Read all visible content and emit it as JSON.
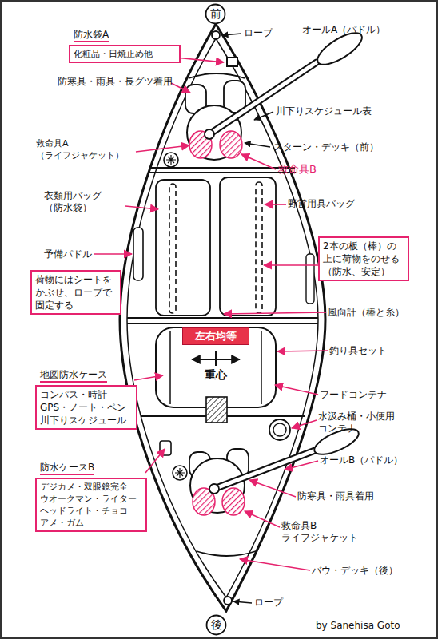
{
  "diagram": {
    "nodes": [
      {
        "text": [
          "前"
        ]
      },
      {
        "text": [
          "防水袋A",
          "化粧品・日焼止め他"
        ]
      },
      {
        "text": [
          "2本の板（棒）の 上に荷物をのせる （防水、安定）"
        ]
      },
      {
        "text": [
          "荷物にはシートを かぶせ、ロープで 固定する"
        ]
      },
      {
        "text": [
          "左右均等"
        ]
      },
      {
        "text": [
          "地図防水ケース",
          "コンパス・時計 GPS・ノート・ペン 川下りスケジュール"
        ]
      },
      {
        "text": [
          "防水ケースB",
          "デジカメ・双眼鏡完全 ウオークマン・ライター ヘッドライト・チョコ アメ・ガム"
        ]
      },
      {
        "text": [
          "後"
        ]
      }
    ],
    "labels": [
      "ロープ",
      "オールA（パドル）",
      "防寒具・雨具・長グツ着用",
      "川下りスケジュール表",
      "スターン・デッキ（前）",
      "救命具A （ライフジャケット）",
      "救命具B",
      "衣類用バッグ （防水袋）",
      "野営用具バッグ",
      "予備パドル",
      "風向計（棒と糸）",
      "釣り具セット",
      "重心",
      "フードコンテナ",
      "水汲み桶・小便用 コンテナ",
      "オールB（パドル）",
      "防寒具・雨具着用",
      "救命具B ライフジャケット",
      "バウ・デッキ（後）",
      "ロープ",
      "by Sanehisa Goto"
    ]
  }
}
